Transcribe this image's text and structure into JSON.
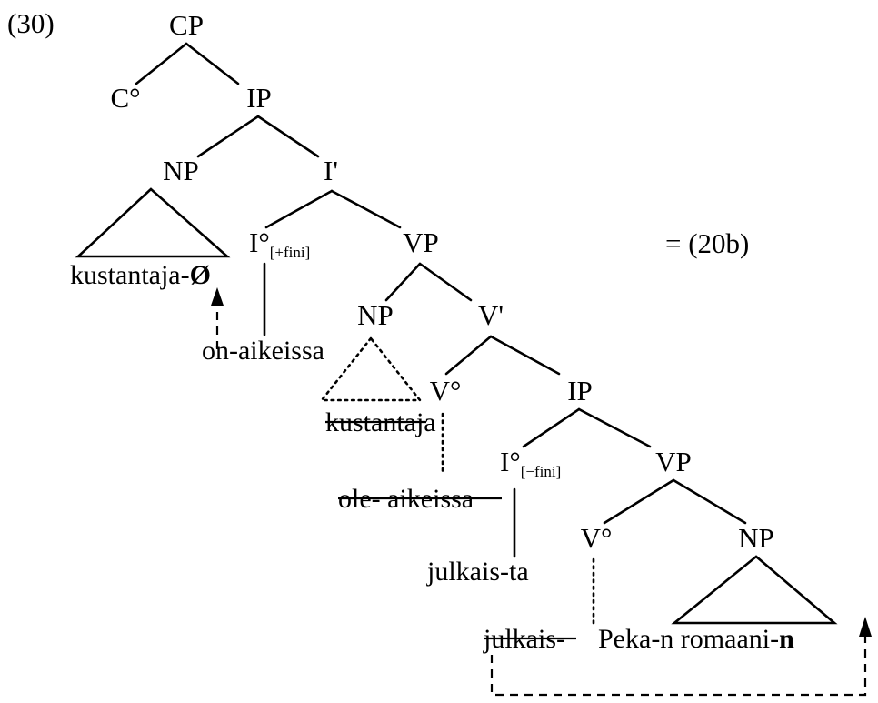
{
  "example_number": "(30)",
  "reference": "= (20b)",
  "labels": {
    "cp": "CP",
    "c_head": "C°",
    "ip_top": "IP",
    "np_subject": "NP",
    "i_bar": "I'",
    "i_head_fin": "I°",
    "i_head_fin_sub": "[+fini]",
    "vp_top": "VP",
    "np_trace": "NP",
    "v_bar": "V'",
    "v_head_upper": "V°",
    "ip_lower": "IP",
    "i_head_nonfin": "I°",
    "i_head_nonfin_sub": "[−fini]",
    "vp_lower": "VP",
    "v_head_lower": "V°",
    "np_object": "NP"
  },
  "words": {
    "subject_stem": "kustantaja-",
    "subject_suffix": "Ø",
    "finite_verb": "on-aikeissa",
    "subject_trace": "kustantaja",
    "verb_trace_upper": "ole- aikeissa",
    "nonfinite_verb": "julkais-ta",
    "verb_trace_lower": "julkais-",
    "object_stem": "Peka-n romaani-",
    "object_suffix": "n"
  }
}
